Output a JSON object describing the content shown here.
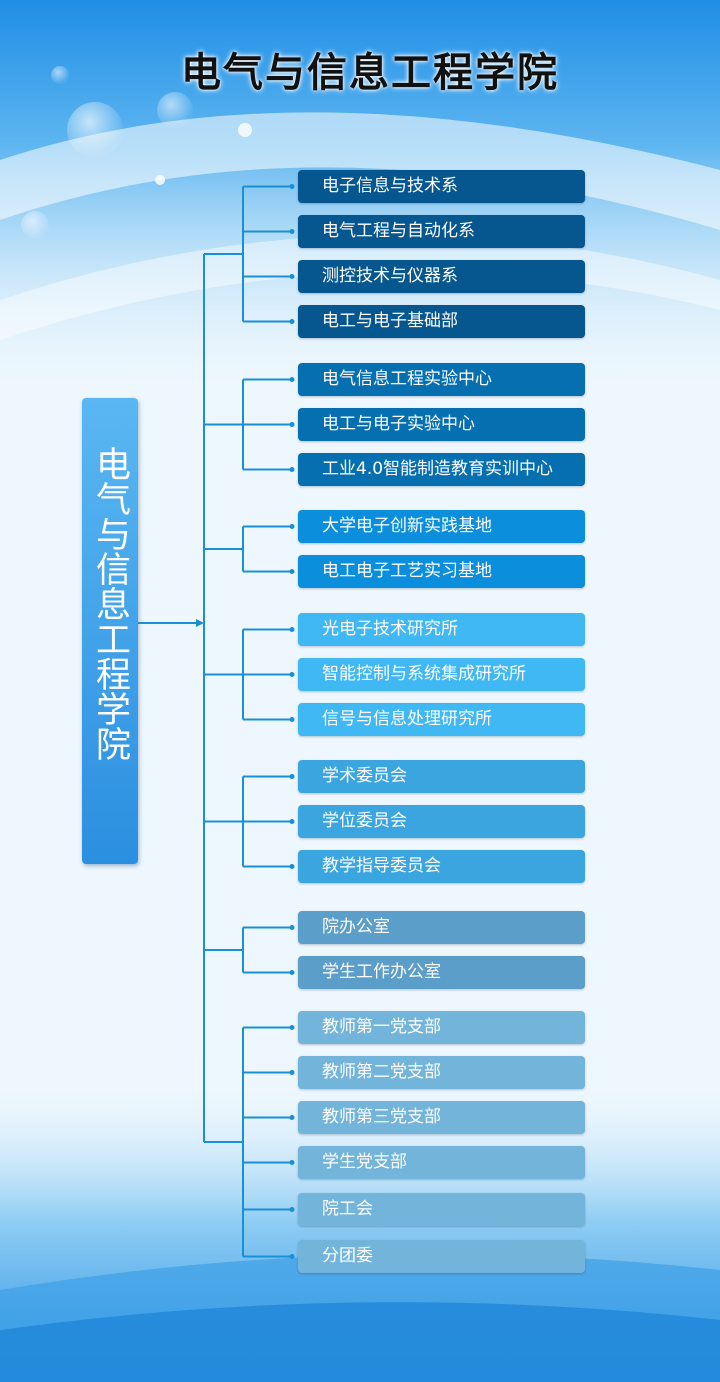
{
  "title": "电气与信息工程学院",
  "root_label": "电气与信息工程学院",
  "colors": {
    "line": "#1a8fd6",
    "root_box": "#3aa3ea",
    "group_1": "#06578f",
    "group_2": "#066fb0",
    "group_3": "#0b8fdc",
    "group_4": "#3fb8f4",
    "group_5": "#3ba5e0",
    "group_6": "#5a9ec9",
    "group_7": "#72b4da"
  },
  "groups": [
    {
      "color_key": "group_1",
      "items": [
        "电子信息与技术系",
        "电气工程与自动化系",
        "测控技术与仪器系",
        "电工与电子基础部"
      ]
    },
    {
      "color_key": "group_2",
      "items": [
        "电气信息工程实验中心",
        "电工与电子实验中心",
        "工业4.0智能制造教育实训中心"
      ]
    },
    {
      "color_key": "group_3",
      "items": [
        "大学电子创新实践基地",
        "电工电子工艺实习基地"
      ]
    },
    {
      "color_key": "group_4",
      "items": [
        "光电子技术研究所",
        "智能控制与系统集成研究所",
        "信号与信息处理研究所"
      ]
    },
    {
      "color_key": "group_5",
      "items": [
        "学术委员会",
        "学位委员会",
        "教学指导委员会"
      ]
    },
    {
      "color_key": "group_6",
      "items": [
        "院办公室",
        "学生工作办公室"
      ]
    },
    {
      "color_key": "group_7",
      "items": [
        "教师第一党支部",
        "教师第二党支部",
        "教师第三党支部",
        "学生党支部",
        "院工会",
        "分团委"
      ]
    }
  ]
}
